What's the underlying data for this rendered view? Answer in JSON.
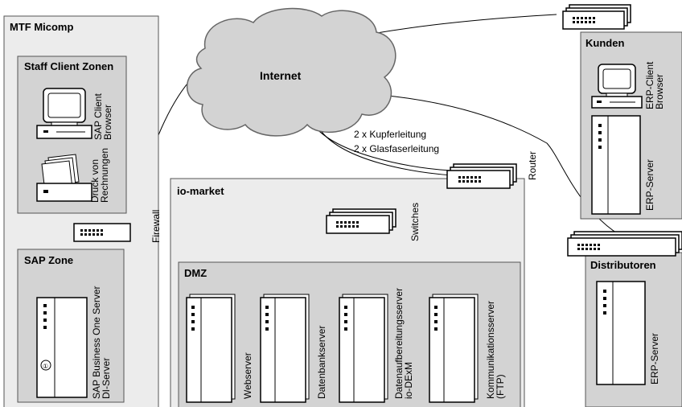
{
  "zones": {
    "mtf": "MTF Micomp",
    "staff": "Staff Client Zonen",
    "sap": "SAP Zone",
    "io_market": "io-market",
    "dmz": "DMZ",
    "kunden": "Kunden",
    "distributoren": "Distributoren"
  },
  "network": {
    "internet": "Internet",
    "link_copper": "2 x Kupferleitung",
    "link_fiber": "2 x Glasfaserleitung",
    "router": "Router",
    "switches": "Switches",
    "firewall": "Firewall"
  },
  "devices": {
    "sap_client_1": "SAP Client",
    "sap_client_2": "Browser",
    "print_1": "Druck von",
    "print_2": "Rechnungen",
    "sap_server_1": "SAP Business One Server",
    "sap_server_2": "DI-Server",
    "sap_server_badge": "①",
    "webserver": "Webserver",
    "datenbankserver": "Datenbankserver",
    "aufbereitung_1": "Datenaufbereitungsserver",
    "aufbereitung_2": "io-DExM",
    "kommunikation_1": "Kommunikationsserver",
    "kommunikation_2": "(FTP)",
    "erp_client_1": "ERP-Client",
    "erp_client_2": "Browser",
    "erp_server_kunden": "ERP-Server",
    "erp_server_distributoren": "ERP-Server"
  }
}
